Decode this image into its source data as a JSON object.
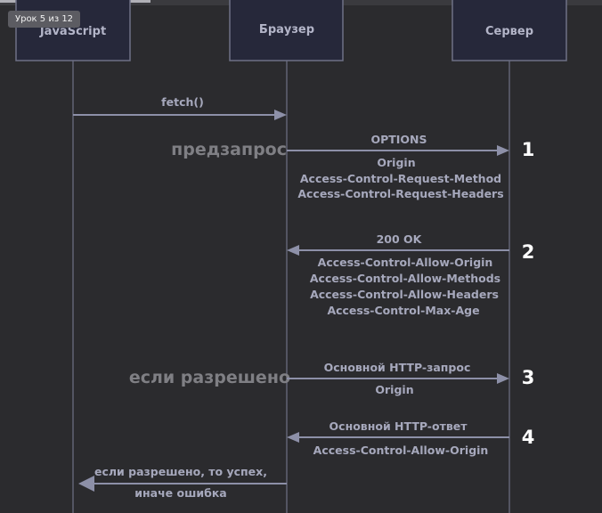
{
  "lesson_badge": "Урок 5 из 12",
  "progress": 0.25,
  "actors": [
    "JavaScript",
    "Браузер",
    "Сервер"
  ],
  "messages": {
    "fetch": "fetch()",
    "options": "OPTIONS",
    "preflight_headers": [
      "Origin",
      "Access-Control-Request-Method",
      "Access-Control-Request-Headers"
    ],
    "ok": "200 OK",
    "allow_headers": [
      "Access-Control-Allow-Origin",
      "Access-Control-Allow-Methods",
      "Access-Control-Allow-Headers",
      "Access-Control-Max-Age"
    ],
    "main_request": "Основной HTTP-запрос",
    "main_request_header": "Origin",
    "main_response": "Основной HTTP-ответ",
    "main_response_header": "Access-Control-Allow-Origin",
    "result_lines": [
      "если разрешено, то успех,",
      "иначе ошибка"
    ]
  },
  "side_labels": {
    "preflight": "предзапрос",
    "if_allowed": "если разрешено"
  },
  "steps": [
    "1",
    "2",
    "3",
    "4"
  ]
}
